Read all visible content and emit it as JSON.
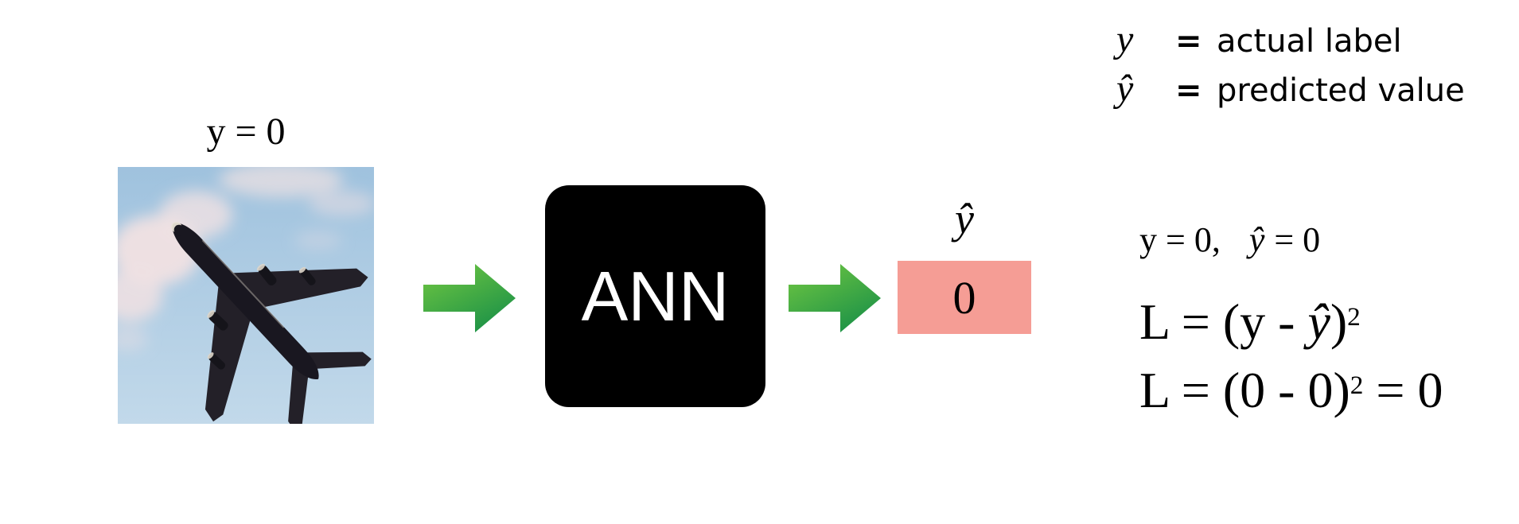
{
  "diagram": {
    "input": {
      "label": "y = 0",
      "image_alt": "airplane photo viewed from below against blue sky"
    },
    "icons": {
      "arrow1": "green-right-arrow",
      "arrow2": "green-right-arrow"
    },
    "ann": {
      "label": "ANN"
    },
    "prediction": {
      "symbol": "ŷ",
      "value": "0"
    },
    "legend": {
      "rows": [
        {
          "symbol": "y",
          "eq": "=",
          "text": "actual label"
        },
        {
          "symbol": "ŷ",
          "eq": "=",
          "text": "predicted value"
        }
      ]
    },
    "calc": {
      "line1": {
        "lhs": "y = 0,",
        "yhat": "ŷ",
        "rhs": "= 0"
      },
      "line2": {
        "pre": "L = (y - ",
        "yhat": "ŷ",
        "post": ")",
        "sup": "2"
      },
      "line3": {
        "pre": "L = (0 - 0)",
        "sup": "2",
        "post": " = 0"
      }
    },
    "colors": {
      "arrow_light": "#72c841",
      "arrow_dark": "#1e9347",
      "ann_bg": "#000000",
      "ann_text": "#ffffff",
      "prediction_bg": "#f59d95",
      "text": "#000000",
      "sky_top": "#9fc2de",
      "sky_bottom": "#c2d9ea",
      "cloud": "#f1e2e3",
      "plane_dark": "#191720",
      "plane_wing": "#232028",
      "engine": "#15141a"
    }
  }
}
